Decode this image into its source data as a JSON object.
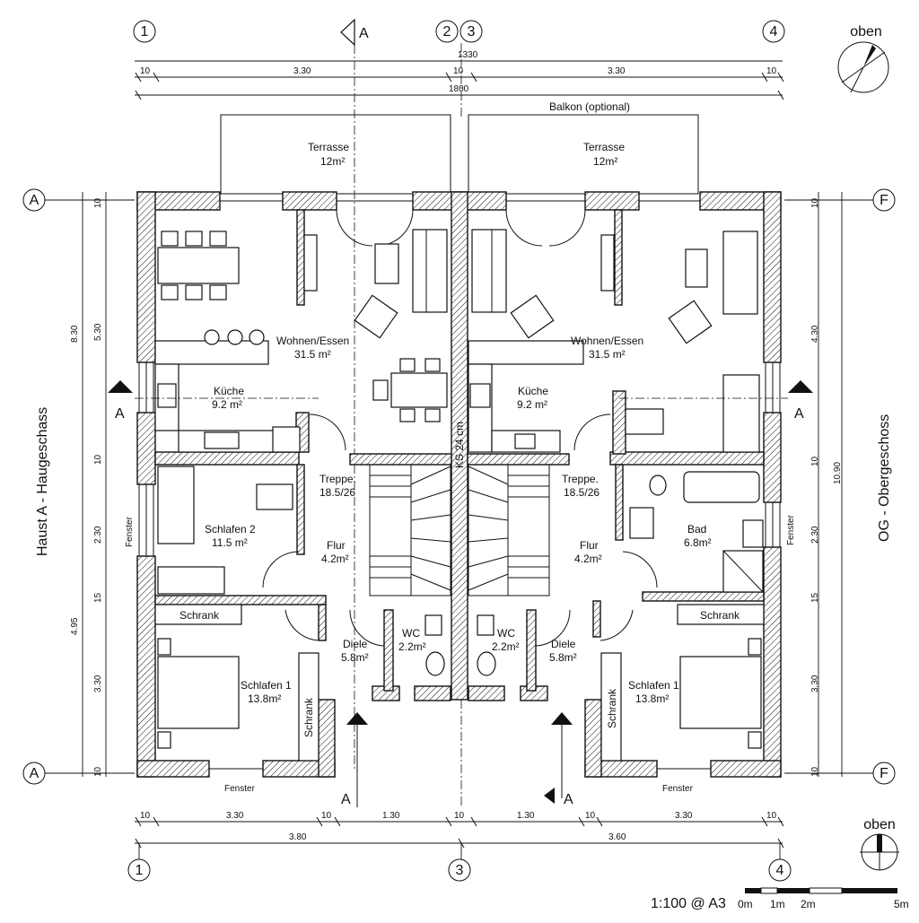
{
  "top_axes": [
    "1",
    "2",
    "3",
    "4"
  ],
  "section_label": "A",
  "north_label": "oben",
  "top_dims": {
    "overall_upper": "1330",
    "row": [
      "10",
      "3.30",
      "10",
      "3.30",
      "10"
    ],
    "overall_lower": "1800"
  },
  "balkon": "Balkon (optional)",
  "rooms_left": {
    "terrasse": "Terrasse",
    "terrasse_area": "12m²",
    "wohnen": "Wohnen/Essen",
    "wohnen_area": "31.5 m²",
    "kueche": "Küche",
    "kueche_area": "9.2 m²",
    "treppe": "Treppe.",
    "treppe_val": "18.5/26",
    "schlafen2": "Schlafen 2",
    "schlafen2_area": "11.5 m²",
    "flur": "Flur",
    "flur_area": "4.2m²",
    "schrank": "Schrank",
    "diele": "Diele",
    "diele_area": "5.8m²",
    "wc": "WC",
    "wc_area": "2.2m²",
    "schlafen1": "Schlafen 1",
    "schlafen1_area": "13.8m²",
    "schrank_v": "Schrank",
    "fenster_side": "Fenster",
    "fenster_bottom": "Fenster"
  },
  "rooms_right": {
    "terrasse": "Terrasse",
    "terrasse_area": "12m²",
    "wohnen": "Wohnen/Essen",
    "wohnen_area": "31.5 m²",
    "kueche": "Küche",
    "kueche_area": "9.2 m²",
    "treppe": "Treppe.",
    "treppe_val": "18.5/26",
    "bad": "Bad",
    "bad_area": "6.8m²",
    "flur": "Flur",
    "flur_area": "4.2m²",
    "schrank": "Schrank",
    "diele": "Diele",
    "diele_area": "5.8m²",
    "wc": "WC",
    "wc_area": "2.2m²",
    "schlafen1": "Schlafen 1",
    "schlafen1_area": "13.8m²",
    "schrank_v": "Schrank",
    "fenster_side": "Fenster",
    "fenster_bottom": "Fenster"
  },
  "center_wall": "KS 24 cm",
  "left_side": {
    "title": "Haust A - Haugeschass",
    "axis": "A",
    "dims_outer": [
      "8.30",
      "4.95"
    ],
    "dims_inner": [
      "10",
      "5.30",
      "10",
      "2.30",
      "15",
      "3.30",
      "10"
    ]
  },
  "right_side": {
    "title": "OG - Obergeschoss",
    "axis": "F",
    "dims_outer": [
      "4.30",
      "10.90"
    ],
    "dims_inner": [
      "10",
      "10",
      "2.30",
      "15",
      "3.30",
      "10"
    ]
  },
  "bottom_dims": {
    "row": [
      "10",
      "3.30",
      "10",
      "1.30",
      "10",
      "1.30",
      "10",
      "3.30",
      "10"
    ],
    "overall": [
      "3.80",
      "3.60"
    ],
    "axes": [
      "1",
      "3",
      "4"
    ]
  },
  "scale": {
    "text": "1:100 @ A3",
    "ticks": [
      "0m",
      "1m",
      "2m",
      "5m"
    ],
    "north_label": "oben"
  }
}
